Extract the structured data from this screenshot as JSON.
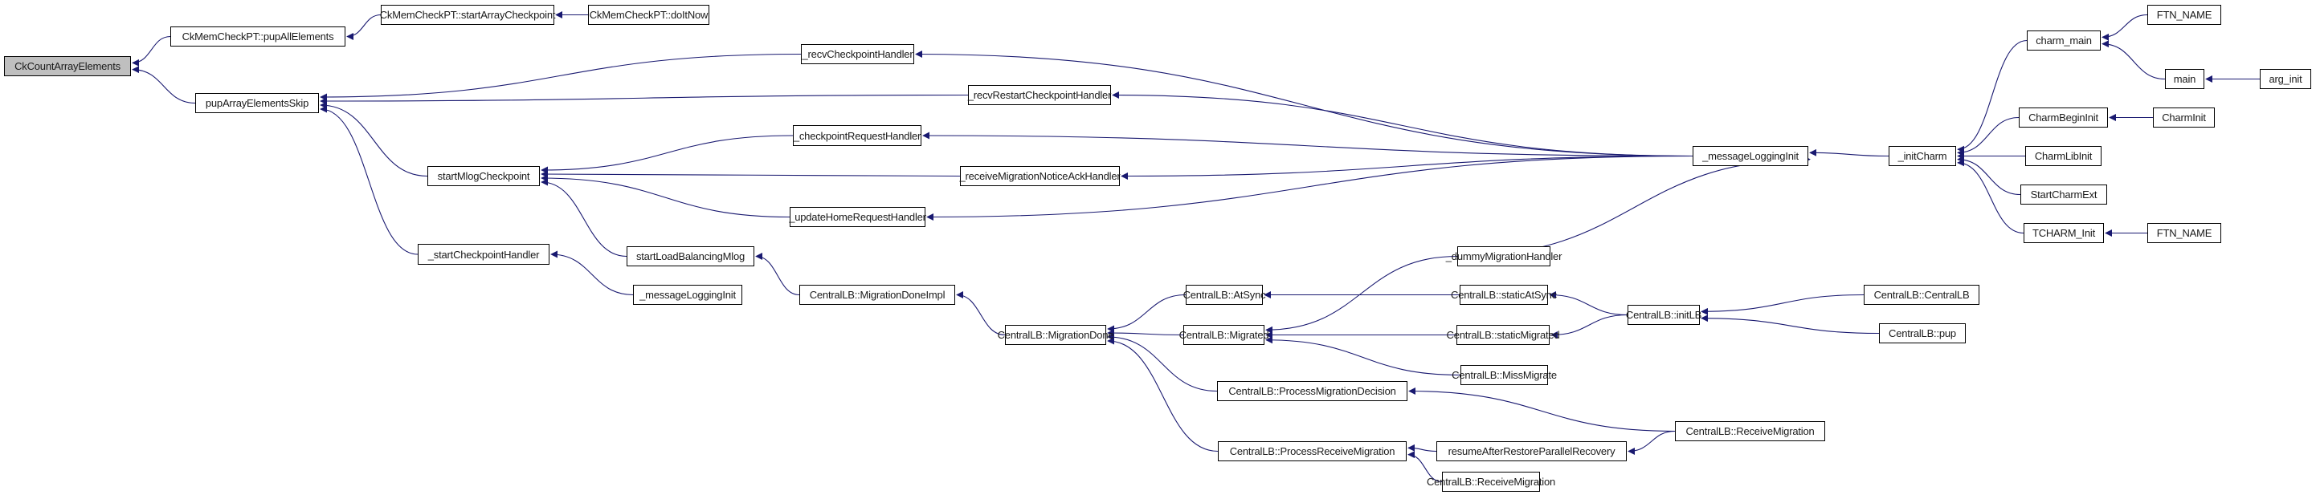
{
  "title": "Caller graph for CkCountArrayElements",
  "colors": {
    "edge": "#191970",
    "node_border": "#000000",
    "root_fill": "#bfbfbf",
    "node_fill": "#ffffff"
  },
  "nodes": [
    {
      "id": "n0",
      "label": "CkCountArrayElements",
      "root": true
    },
    {
      "id": "n1",
      "label": "CkMemCheckPT::pupAllElements"
    },
    {
      "id": "n2",
      "label": "CkMemCheckPT::startArrayCheckpoint"
    },
    {
      "id": "n3",
      "label": "CkMemCheckPT::doItNow"
    },
    {
      "id": "n4",
      "label": "pupArrayElementsSkip"
    },
    {
      "id": "n5",
      "label": "_recvCheckpointHandler"
    },
    {
      "id": "n6",
      "label": "_recvRestartCheckpointHandler"
    },
    {
      "id": "n7",
      "label": "startMlogCheckpoint"
    },
    {
      "id": "n8",
      "label": "_checkpointRequestHandler"
    },
    {
      "id": "n9",
      "label": "_receiveMigrationNoticeAckHandler"
    },
    {
      "id": "n10",
      "label": "_updateHomeRequestHandler"
    },
    {
      "id": "n11",
      "label": "_startCheckpointHandler"
    },
    {
      "id": "n12",
      "label": "startLoadBalancingMlog"
    },
    {
      "id": "n13",
      "label": "_messageLoggingInit"
    },
    {
      "id": "n14",
      "label": "_messageLoggingInit"
    },
    {
      "id": "n15",
      "label": "_initCharm"
    },
    {
      "id": "n16",
      "label": "CentralLB::MigrationDoneImpl"
    },
    {
      "id": "n17",
      "label": "CentralLB::MigrationDone"
    },
    {
      "id": "n18",
      "label": "CentralLB::AtSync"
    },
    {
      "id": "n19",
      "label": "CentralLB::Migrated"
    },
    {
      "id": "n20",
      "label": "_dummyMigrationHandler"
    },
    {
      "id": "n21",
      "label": "CentralLB::staticAtSync"
    },
    {
      "id": "n22",
      "label": "CentralLB::staticMigrated"
    },
    {
      "id": "n23",
      "label": "CentralLB::MissMigrate"
    },
    {
      "id": "n24",
      "label": "CentralLB::initLB"
    },
    {
      "id": "n25",
      "label": "CentralLB::CentralLB"
    },
    {
      "id": "n26",
      "label": "CentralLB::pup"
    },
    {
      "id": "n27",
      "label": "CentralLB::ProcessMigrationDecision"
    },
    {
      "id": "n28",
      "label": "CentralLB::ProcessReceiveMigration"
    },
    {
      "id": "n29",
      "label": "resumeAfterRestoreParallelRecovery"
    },
    {
      "id": "n30",
      "label": "CentralLB::ReceiveMigration"
    },
    {
      "id": "n31",
      "label": "CentralLB::ReceiveMigration"
    },
    {
      "id": "n32",
      "label": "charm_main"
    },
    {
      "id": "n33",
      "label": "FTN_NAME"
    },
    {
      "id": "n34",
      "label": "main"
    },
    {
      "id": "n35",
      "label": "arg_init"
    },
    {
      "id": "n36",
      "label": "CharmBeginInit"
    },
    {
      "id": "n37",
      "label": "CharmInit"
    },
    {
      "id": "n38",
      "label": "CharmLibInit"
    },
    {
      "id": "n39",
      "label": "StartCharmExt"
    },
    {
      "id": "n40",
      "label": "TCHARM_Init"
    },
    {
      "id": "n41",
      "label": "FTN_NAME"
    }
  ],
  "edges": [
    {
      "from": "n1",
      "to": "n0"
    },
    {
      "from": "n4",
      "to": "n0"
    },
    {
      "from": "n2",
      "to": "n1"
    },
    {
      "from": "n3",
      "to": "n2"
    },
    {
      "from": "n5",
      "to": "n4"
    },
    {
      "from": "n6",
      "to": "n4"
    },
    {
      "from": "n7",
      "to": "n4"
    },
    {
      "from": "n11",
      "to": "n4"
    },
    {
      "from": "n14",
      "to": "n5"
    },
    {
      "from": "n14",
      "to": "n6"
    },
    {
      "from": "n8",
      "to": "n7"
    },
    {
      "from": "n9",
      "to": "n7"
    },
    {
      "from": "n10",
      "to": "n7"
    },
    {
      "from": "n12",
      "to": "n7"
    },
    {
      "from": "n14",
      "to": "n8"
    },
    {
      "from": "n14",
      "to": "n9"
    },
    {
      "from": "n14",
      "to": "n10"
    },
    {
      "from": "n13",
      "to": "n11"
    },
    {
      "from": "n16",
      "to": "n12"
    },
    {
      "from": "n15",
      "to": "n14"
    },
    {
      "from": "n20",
      "to": "n14"
    },
    {
      "from": "n17",
      "to": "n16"
    },
    {
      "from": "n18",
      "to": "n17"
    },
    {
      "from": "n19",
      "to": "n17"
    },
    {
      "from": "n27",
      "to": "n17"
    },
    {
      "from": "n28",
      "to": "n17"
    },
    {
      "from": "n21",
      "to": "n18"
    },
    {
      "from": "n20",
      "to": "n19"
    },
    {
      "from": "n22",
      "to": "n19"
    },
    {
      "from": "n23",
      "to": "n19"
    },
    {
      "from": "n24",
      "to": "n21"
    },
    {
      "from": "n24",
      "to": "n22"
    },
    {
      "from": "n25",
      "to": "n24"
    },
    {
      "from": "n26",
      "to": "n24"
    },
    {
      "from": "n30",
      "to": "n27"
    },
    {
      "from": "n29",
      "to": "n28"
    },
    {
      "from": "n31",
      "to": "n28"
    },
    {
      "from": "n30",
      "to": "n29"
    },
    {
      "from": "n32",
      "to": "n15"
    },
    {
      "from": "n36",
      "to": "n15"
    },
    {
      "from": "n38",
      "to": "n15"
    },
    {
      "from": "n39",
      "to": "n15"
    },
    {
      "from": "n40",
      "to": "n15"
    },
    {
      "from": "n33",
      "to": "n32"
    },
    {
      "from": "n34",
      "to": "n32"
    },
    {
      "from": "n35",
      "to": "n34"
    },
    {
      "from": "n37",
      "to": "n36"
    },
    {
      "from": "n41",
      "to": "n40"
    }
  ]
}
